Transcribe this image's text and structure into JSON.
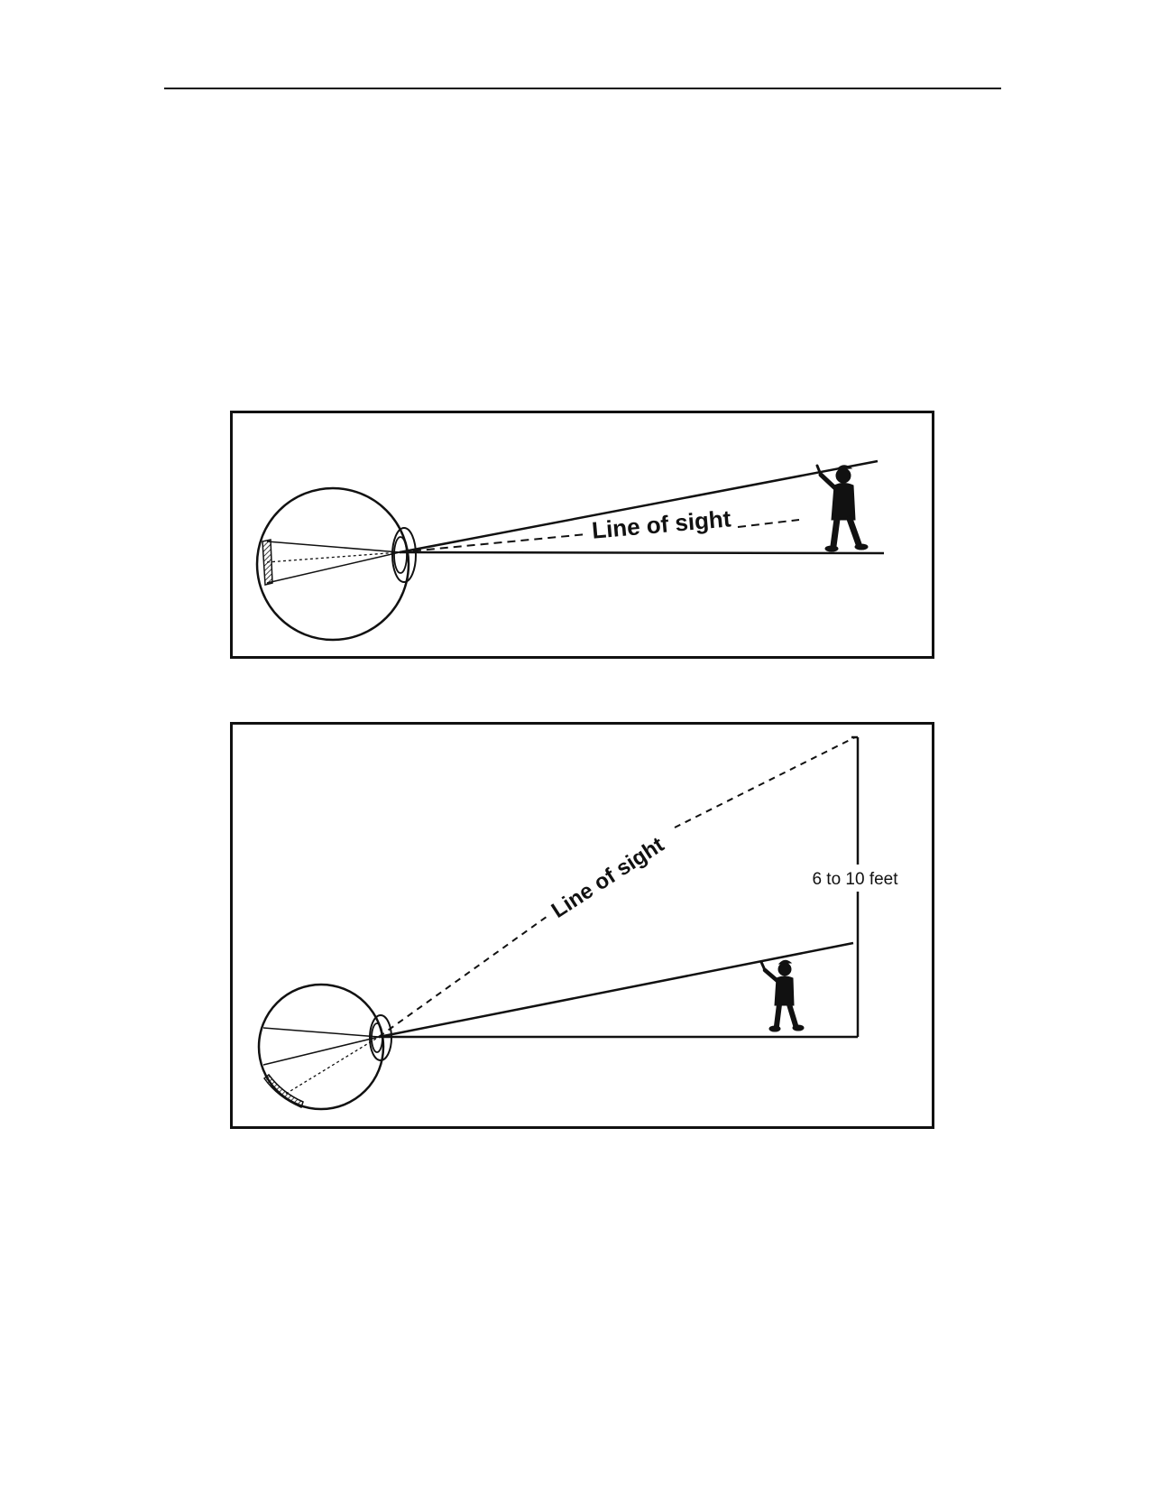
{
  "diagram_1": {
    "line_of_sight_label": "Line of sight"
  },
  "diagram_2": {
    "line_of_sight_label": "Line of sight",
    "height_label": "6 to 10 feet"
  },
  "colors": {
    "ink": "#111111",
    "paper": "#ffffff"
  },
  "icons": [
    "eyeball-icon",
    "person-silhouette-icon"
  ]
}
